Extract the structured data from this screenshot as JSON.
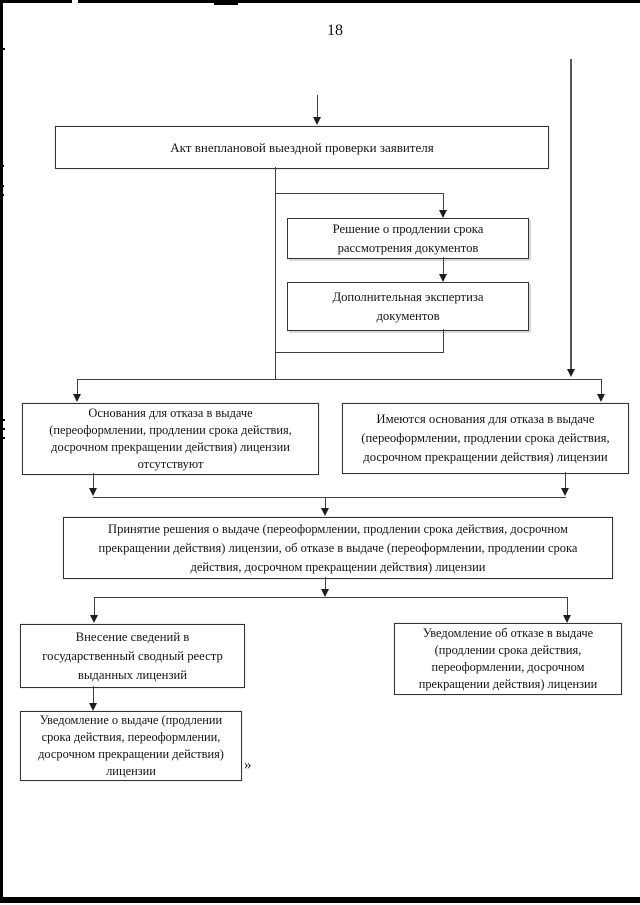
{
  "page": {
    "number": "18",
    "trailing_quote": "»"
  },
  "nodes": {
    "akt": {
      "text": "Акт внеплановой выездной проверки заявителя"
    },
    "reshenie": {
      "lines": [
        "Решение о продлении срока",
        "рассмотрения документов"
      ]
    },
    "ekspertiza": {
      "lines": [
        "Дополнительная экспертиза",
        "документов"
      ]
    },
    "osnovaniya": {
      "lines": [
        "Основания для отказа в выдаче",
        "(переоформлении, продлении срока действия,",
        "досрочном прекращении действия) лицензии",
        "отсутствуют"
      ]
    },
    "imeyutsya": {
      "lines": [
        "Имеются основания для отказа в выдаче",
        "(переоформлении, продлении срока действия,",
        "досрочном прекращении действия) лицензии"
      ]
    },
    "prinyatie": {
      "lines": [
        "Принятие решения о выдаче (переоформлении, продлении срока действия, досрочном",
        "прекращении действия) лицензии, об отказе в выдаче (переоформлении, продлении срока",
        "действия, досрочном прекращении действия) лицензии"
      ]
    },
    "vnesenie": {
      "lines": [
        "Внесение сведений в",
        "государственный сводный реестр",
        "выданных лицензий"
      ]
    },
    "uvedomlenie_otkaz": {
      "lines": [
        "Уведомление об отказе в выдаче",
        "(продлении срока действия,",
        "переоформлении, досрочном",
        "прекращении действия) лицензии"
      ]
    },
    "uvedomlenie_vydacha": {
      "lines": [
        "Уведомление о выдаче (продлении",
        "срока действия, переоформлении,",
        "досрочном прекращении действия)",
        "лицензии"
      ]
    }
  },
  "colors": {
    "line": "#3f3f3f",
    "border": "#343434",
    "text": "#141414",
    "page_edge": "#000000"
  }
}
